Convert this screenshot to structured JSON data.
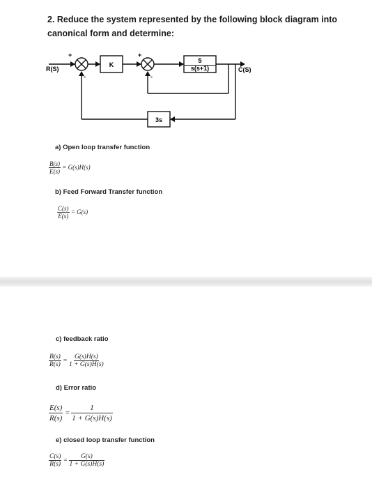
{
  "question": "2. Reduce the system represented by the following block diagram into canonical form and determine:",
  "diagram": {
    "input": "R(S)",
    "output": "C(S)",
    "block_k": "K",
    "block_g_num": "5",
    "block_g_den": "s(s+1)",
    "block_h": "3s",
    "plus": "+",
    "minus": "-"
  },
  "parts": {
    "a": {
      "label": "a)  Open loop transfer function",
      "num": "B(s)",
      "den": "E(s)",
      "rhs": "= G(s)H(s)"
    },
    "b": {
      "label": "b)  Feed Forward Transfer function",
      "num": "C(s)",
      "den": "E(s)",
      "rhs": "= G(s)"
    },
    "c": {
      "label": "c)  feedback ratio",
      "num": "B(s)",
      "den": "R(s)",
      "eq": "=",
      "rnum": "G(s)H(s)",
      "rden": "1 + G(s)H(s)"
    },
    "d": {
      "label": "d)  Error ratio",
      "num": "E(s)",
      "den": "R(s)",
      "eq": "=",
      "rnum": "1",
      "rden": "1 + G(s)H(s)"
    },
    "e": {
      "label": "e)  closed loop transfer function",
      "num": "C(s)",
      "den": "R(s)",
      "eq": "=",
      "rnum": "G(s)",
      "rden": "1 + G(s)H(s)"
    }
  }
}
